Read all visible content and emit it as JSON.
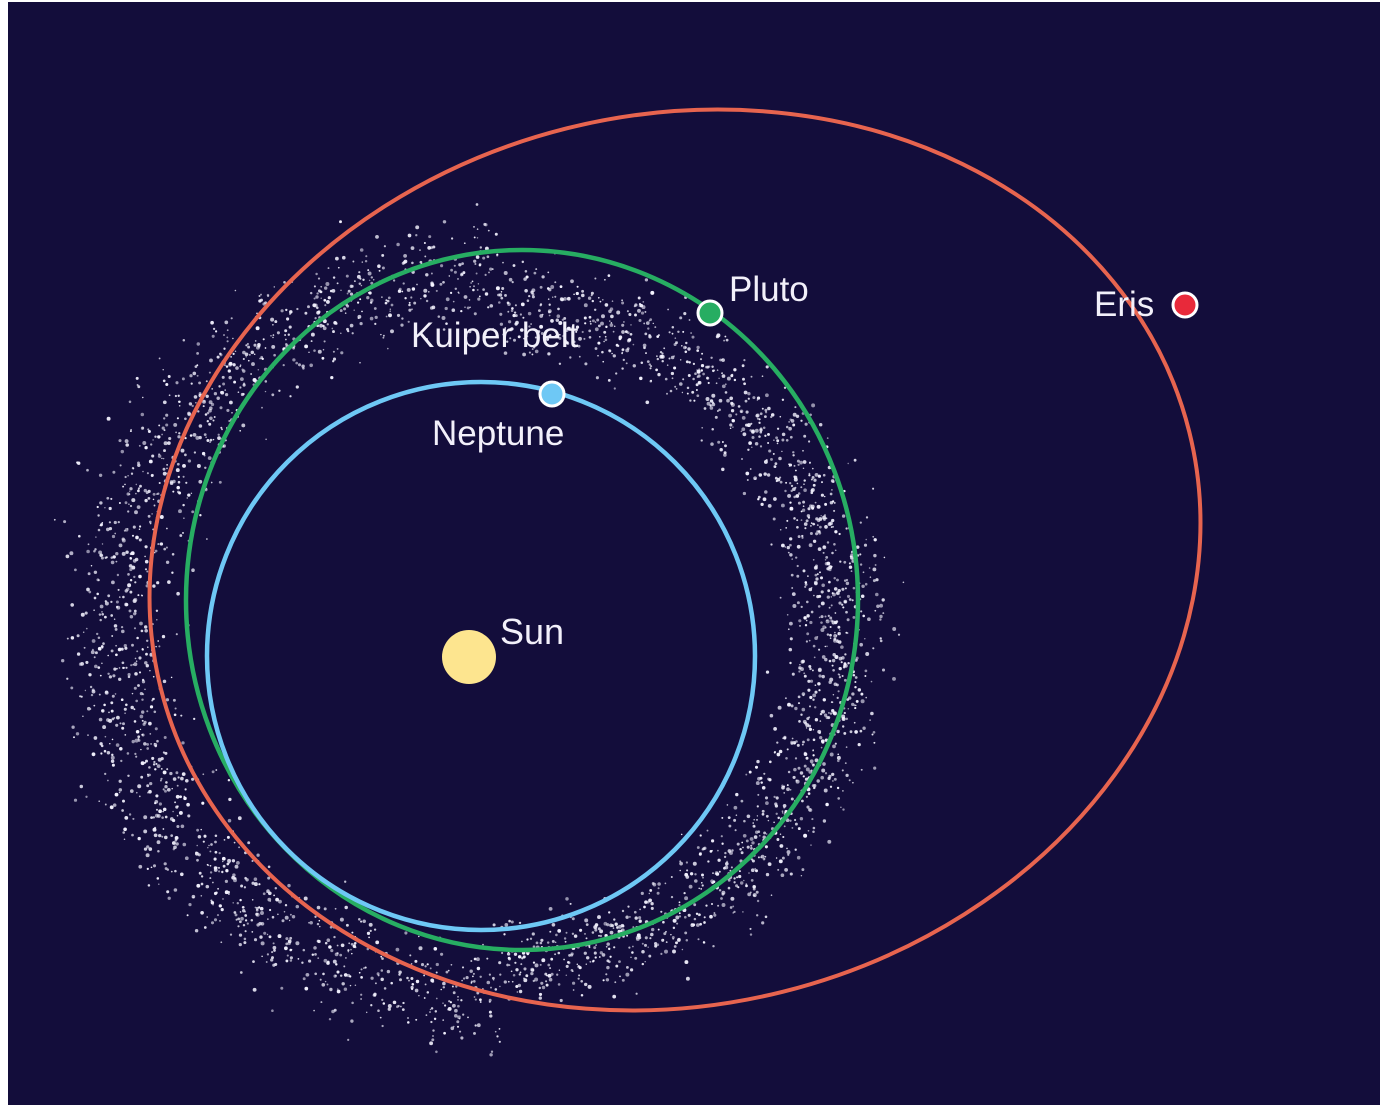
{
  "colors": {
    "background": "#130d3b",
    "sun": "#fde58f",
    "neptune": "#6ec8f5",
    "pluto": "#27ad62",
    "eris_orbit": "#e7644f",
    "eris_dot": "#e8293a",
    "belt_particles": "#f4f3ff",
    "label": "#f2f0fa"
  },
  "labels": {
    "sun": "Sun",
    "neptune": "Neptune",
    "pluto": "Pluto",
    "eris": "Eris",
    "kuiper_belt": "Kuiper belt"
  },
  "icons": {
    "sun": "sun-icon",
    "neptune": "neptune-marker-icon",
    "pluto": "pluto-marker-icon",
    "eris": "eris-marker-icon"
  }
}
